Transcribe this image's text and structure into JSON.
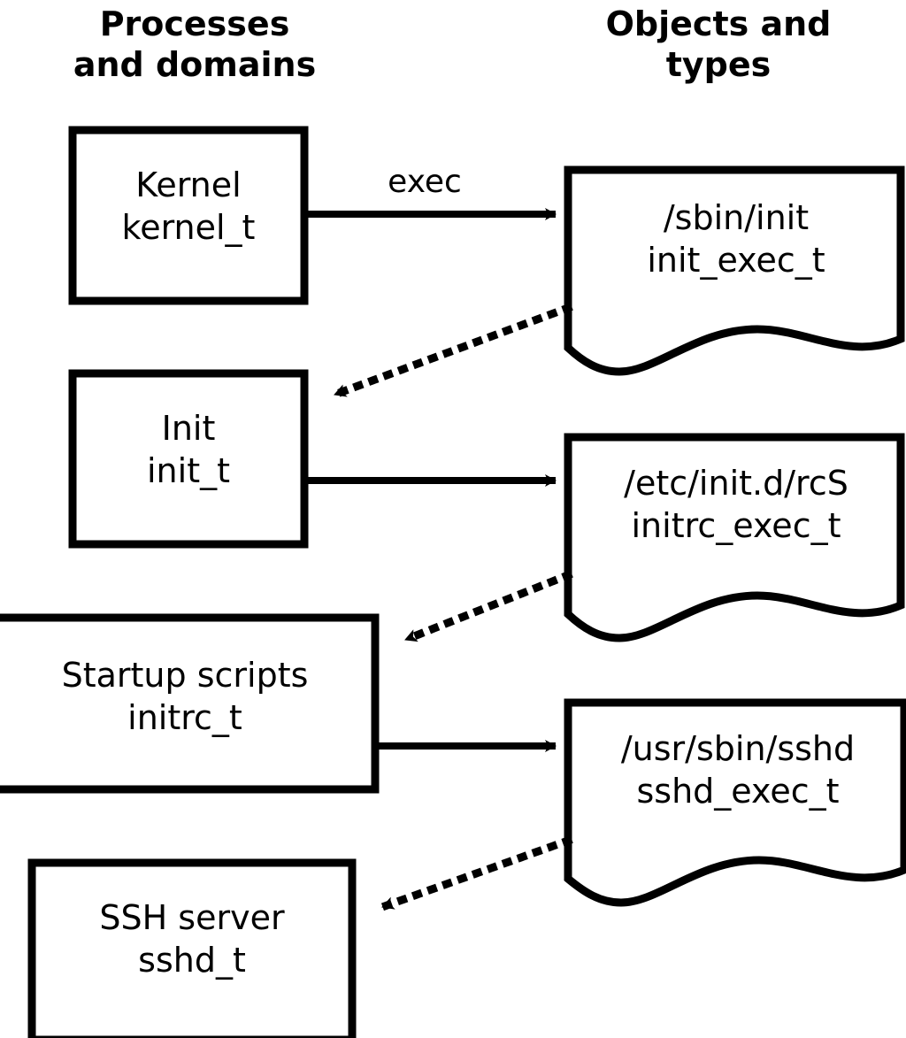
{
  "diagram": {
    "title_left": "Processes\nand domains",
    "title_right": "Objects and\ntypes",
    "stroke_color": "#000000",
    "background_color": "#ffffff",
    "process_nodes": [
      {
        "id": "kernel",
        "name": "Kernel",
        "type": "kernel_t",
        "label": "Kernel\nkernel_t"
      },
      {
        "id": "init",
        "name": "Init",
        "type": "init_t",
        "label": "Init\ninit_t"
      },
      {
        "id": "initrc",
        "name": "Startup scripts",
        "type": "initrc_t",
        "label": "Startup scripts\ninitrc_t"
      },
      {
        "id": "sshd",
        "name": "SSH server",
        "type": "sshd_t",
        "label": "SSH server\nsshd_t"
      }
    ],
    "object_nodes": [
      {
        "id": "init_exec",
        "path": "/sbin/init",
        "type": "init_exec_t",
        "label": "/sbin/init\ninit_exec_t"
      },
      {
        "id": "initrc_exec",
        "path": "/etc/init.d/rcS",
        "type": "initrc_exec_t",
        "label": "/etc/init.d/rcS\ninitrc_exec_t"
      },
      {
        "id": "sshd_exec",
        "path": "/usr/sbin/sshd",
        "type": "sshd_exec_t",
        "label": "/usr/sbin/sshd\nsshd_exec_t"
      }
    ],
    "edges": [
      {
        "id": "exec-kernel-init",
        "from": "kernel",
        "to": "init_exec",
        "style": "solid",
        "label": "exec"
      },
      {
        "id": "trans-init",
        "from": "init_exec",
        "to": "init",
        "style": "dotted",
        "label": ""
      },
      {
        "id": "exec-init-initrc",
        "from": "init",
        "to": "initrc_exec",
        "style": "solid",
        "label": ""
      },
      {
        "id": "trans-initrc",
        "from": "initrc_exec",
        "to": "initrc",
        "style": "dotted",
        "label": ""
      },
      {
        "id": "exec-initrc-sshd",
        "from": "initrc",
        "to": "sshd_exec",
        "style": "solid",
        "label": ""
      },
      {
        "id": "trans-sshd",
        "from": "sshd_exec",
        "to": "sshd",
        "style": "dotted",
        "label": ""
      }
    ]
  }
}
